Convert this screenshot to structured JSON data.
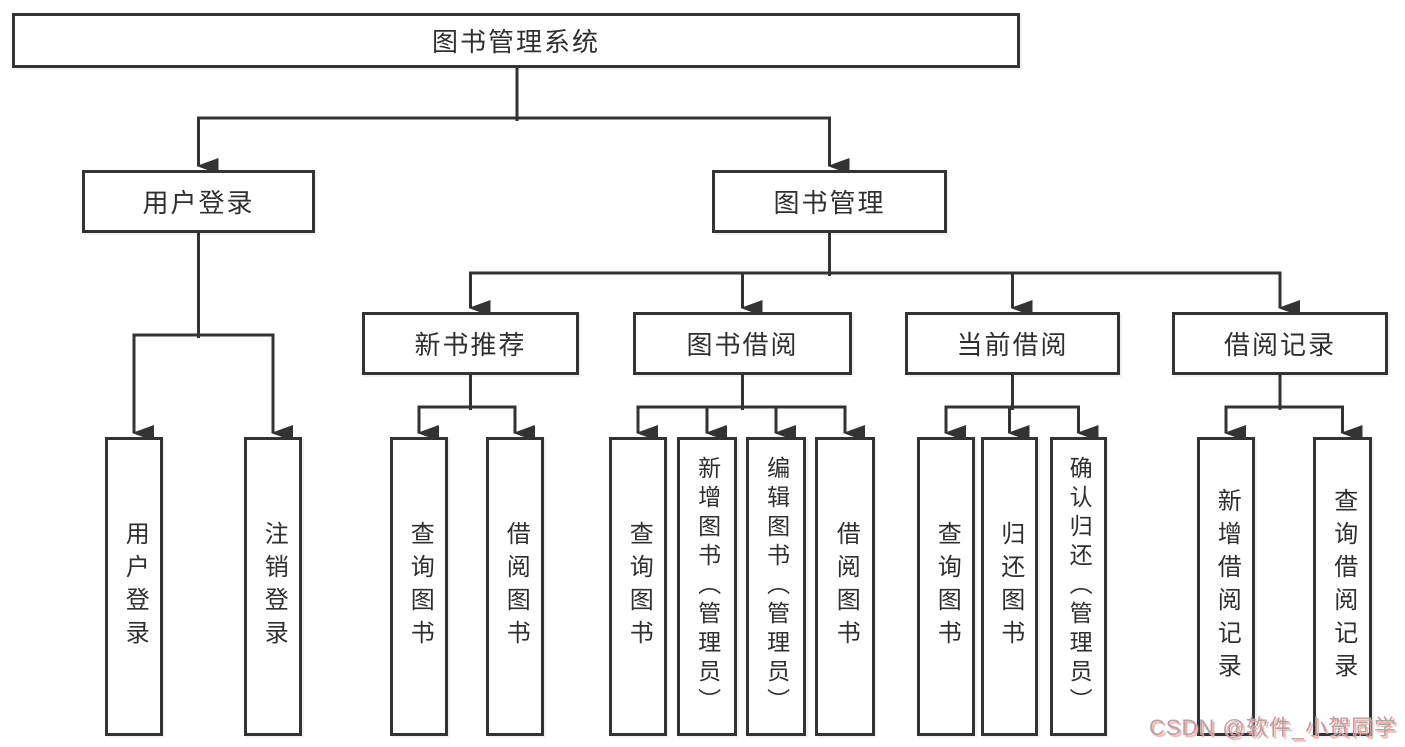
{
  "diagram": {
    "title": "图书管理系统",
    "level1": {
      "label": "图书管理系统"
    },
    "level2": [
      {
        "label": "用户登录"
      },
      {
        "label": "图书管理"
      }
    ],
    "level3": [
      {
        "label": "新书推荐"
      },
      {
        "label": "图书借阅"
      },
      {
        "label": "当前借阅"
      },
      {
        "label": "借阅记录"
      }
    ],
    "level4": [
      {
        "label": "用户登录",
        "parent": "用户登录"
      },
      {
        "label": "注销登录",
        "parent": "用户登录"
      },
      {
        "label": "查询图书",
        "parent": "新书推荐"
      },
      {
        "label": "借阅图书",
        "parent": "新书推荐"
      },
      {
        "label": "查询图书",
        "parent": "图书借阅"
      },
      {
        "label": "新增图书（管理员）",
        "parent": "图书借阅"
      },
      {
        "label": "编辑图书（管理员）",
        "parent": "图书借阅"
      },
      {
        "label": "借阅图书",
        "parent": "图书借阅"
      },
      {
        "label": "查询图书",
        "parent": "当前借阅"
      },
      {
        "label": "归还图书",
        "parent": "当前借阅"
      },
      {
        "label": "确认归还（管理员）",
        "parent": "当前借阅"
      },
      {
        "label": "新增借阅记录",
        "parent": "借阅记录"
      },
      {
        "label": "查询借阅记录",
        "parent": "借阅记录"
      }
    ]
  },
  "watermark": {
    "text": "CSDN @软件_小贺同学"
  },
  "colors": {
    "line": "#333333",
    "border": "#333333",
    "fill": "#ffffff",
    "text": "#2f2f2f",
    "watermark_gray": "#a9a9a9",
    "watermark_pink": "#ffa3a3"
  }
}
